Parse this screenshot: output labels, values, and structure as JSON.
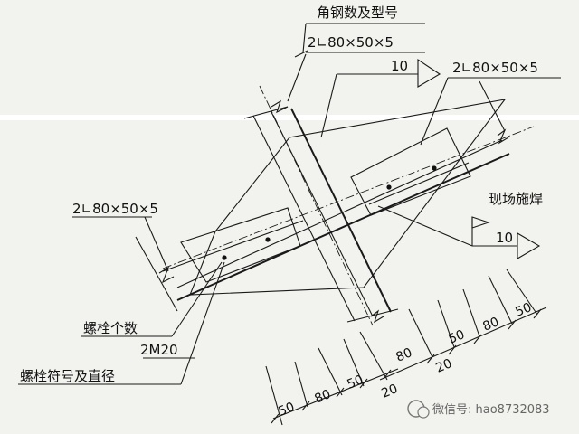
{
  "labels": {
    "angle_title": "角钢数及型号",
    "angle_top": "2∟80×50×5",
    "angle_right": "2∟80×50×5",
    "angle_left": "2∟80×50×5",
    "weld_top": "10",
    "weld_field": "现场施焊",
    "weld_right": "10",
    "bolt_count": "螺栓个数",
    "bolt_spec": "2M20",
    "bolt_symbol": "螺栓符号及直径"
  },
  "dimensions": {
    "d1": "50",
    "d2": "80",
    "d3": "50",
    "d4": "80",
    "d5": "20",
    "d6": "50",
    "d7": "80",
    "d8": "50",
    "d9": "20"
  },
  "watermark": {
    "text": "微信号: hao8732083",
    "icon": "wechat-icon"
  },
  "colors": {
    "ink": "#1a1a1a",
    "paper": "#f2f2ee"
  }
}
